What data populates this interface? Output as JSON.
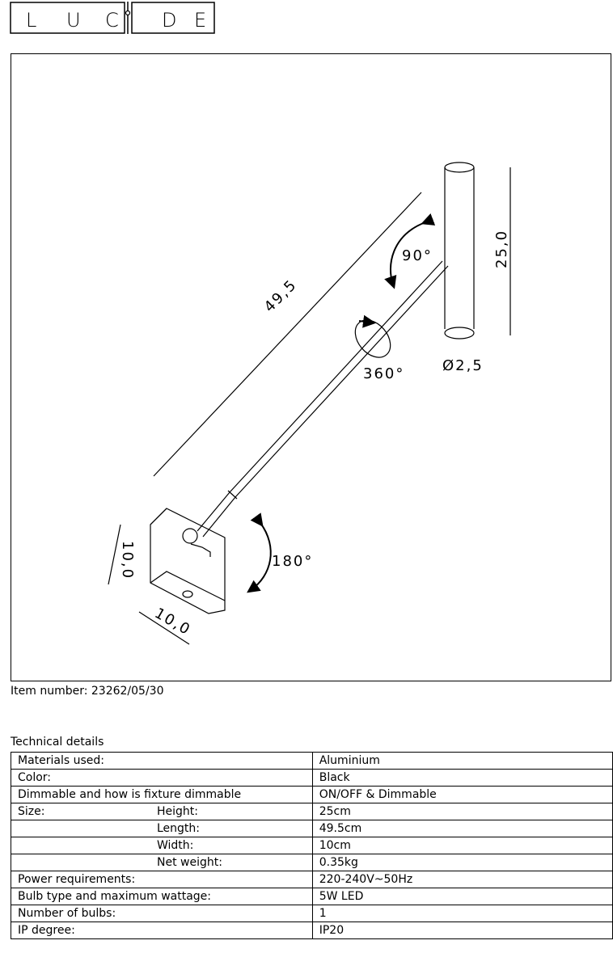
{
  "logo": {
    "text": "LUCIDE",
    "letters": [
      "L",
      "U",
      "C",
      "I",
      "D",
      "E"
    ]
  },
  "drawing": {
    "dim_length": "49,5",
    "dim_height": "25,0",
    "dim_diameter": "Ø2,5",
    "rotation_head": "90°",
    "rotation_arm": "360°",
    "rotation_base": "180°",
    "dim_base_height": "10,0",
    "dim_base_width": "10,0"
  },
  "item": {
    "label": "Item number: 23262/05/30"
  },
  "technical": {
    "title": "Technical details",
    "rows": [
      {
        "label": "Materials used:",
        "value": "Aluminium"
      },
      {
        "label": "Color:",
        "value": "Black"
      },
      {
        "label": "Dimmable and how is fixture dimmable",
        "value": "ON/OFF & Dimmable"
      },
      {
        "label": "Size:",
        "sub": "Height:",
        "value": "25cm"
      },
      {
        "label": "",
        "sub": "Length:",
        "value": "49.5cm"
      },
      {
        "label": "",
        "sub": "Width:",
        "value": "10cm"
      },
      {
        "label": "",
        "sub": "Net weight:",
        "value": "0.35kg"
      },
      {
        "label": "Power requirements:",
        "value": "220-240V~50Hz"
      },
      {
        "label": "Bulb type and maximum wattage:",
        "value": "5W LED"
      },
      {
        "label": "Number of bulbs:",
        "value": "1"
      },
      {
        "label": "IP degree:",
        "value": "IP20"
      }
    ]
  }
}
